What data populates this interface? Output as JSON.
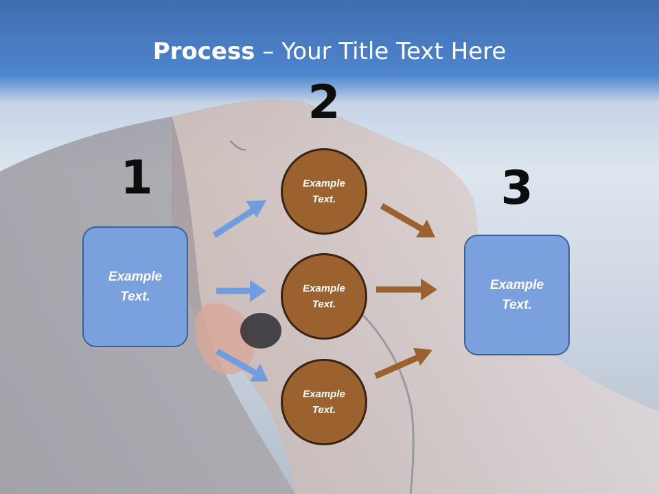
{
  "title": {
    "bold": "Process",
    "rest": " – Your Title Text Here"
  },
  "steps": {
    "one": "1",
    "two": "2",
    "three": "3"
  },
  "left_box": {
    "text": "Example\nText."
  },
  "right_box": {
    "text": "Example\nText."
  },
  "circles": [
    {
      "text": "Example\nText."
    },
    {
      "text": "Example\nText."
    },
    {
      "text": "Example\nText."
    }
  ],
  "colors": {
    "box_fill": "#7aa0dd",
    "box_border": "#3d6196",
    "circle_fill": "#9b6230",
    "circle_border": "#3a2410",
    "blue_arrow": "#6f9de0",
    "brown_arrow": "#9b6230",
    "title_text": "#ffffff"
  }
}
